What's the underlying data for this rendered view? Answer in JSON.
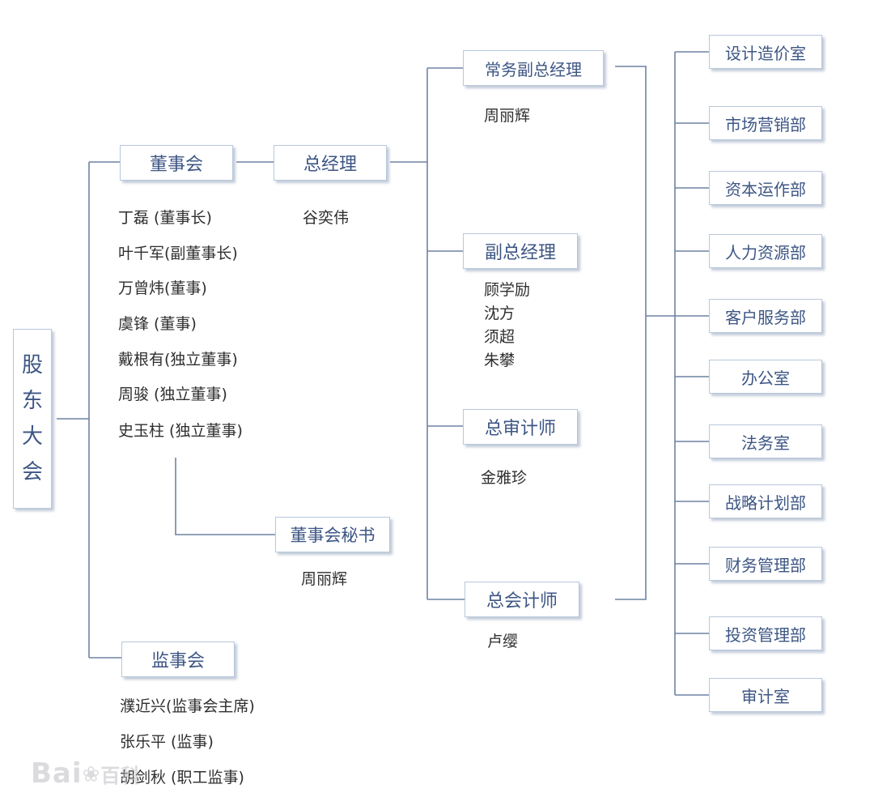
{
  "shareholders": {
    "chars": [
      "股",
      "东",
      "大",
      "会"
    ]
  },
  "board": {
    "title": "董事会",
    "members": [
      "丁磊 (董事长)",
      "叶千军(副董事长)",
      "万曾炜(董事)",
      "虞锋 (董事)",
      "戴根有(独立董事)",
      "周骏 (独立董事)",
      "史玉柱 (独立董事)"
    ]
  },
  "general_manager": {
    "title": "总经理",
    "name": "谷奕伟"
  },
  "board_secretary": {
    "title": "董事会秘书",
    "name": "周丽辉"
  },
  "supervisory": {
    "title": "监事会",
    "members": [
      "濮近兴(监事会主席)",
      "张乐平 (监事)",
      "胡剑秋 (职工监事)"
    ]
  },
  "executive_vp": {
    "title": "常务副总经理",
    "names": [
      "周丽辉"
    ]
  },
  "vice_gm": {
    "title": "副总经理",
    "names": [
      "顾学励",
      "沈方",
      "须超",
      "朱攀"
    ]
  },
  "chief_auditor": {
    "title": "总审计师",
    "names": [
      "金雅珍"
    ]
  },
  "chief_accountant": {
    "title": "总会计师",
    "names": [
      "卢缨"
    ]
  },
  "departments": [
    "设计造价室",
    "市场营销部",
    "资本运作部",
    "人力资源部",
    "客户服务部",
    "办公室",
    "法务室",
    "战略计划部",
    "财务管理部",
    "投资管理部",
    "审计室"
  ],
  "watermark": {
    "text": "Bai",
    "tail": "百科"
  },
  "colors": {
    "line": "#6f82a3",
    "box_border": "#b8c8dc",
    "box_text": "#3d5684",
    "name_text": "#2f2f2f"
  }
}
